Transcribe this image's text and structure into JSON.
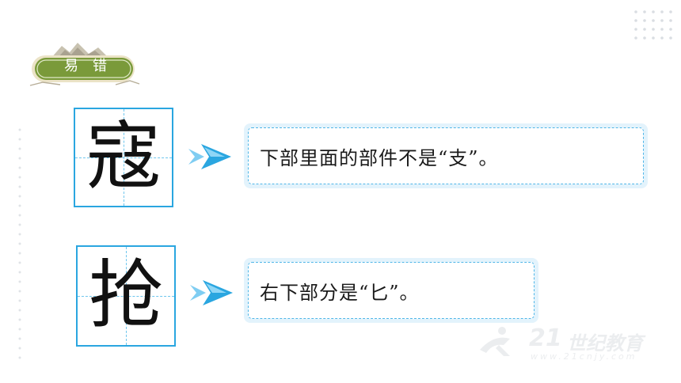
{
  "badge": {
    "label": "易错"
  },
  "items": [
    {
      "character": "寇",
      "note": "下部里面的部件不是“支”。"
    },
    {
      "character": "抢",
      "note": "右下部分是“匕”。"
    }
  ],
  "watermark": {
    "number": "21",
    "text": "世纪教育",
    "url": "www.21cnjy.com"
  },
  "colors": {
    "badge_green": "#7a9a3a",
    "accent_blue": "#2aa6e0",
    "note_bg": "#e3f3fc"
  }
}
